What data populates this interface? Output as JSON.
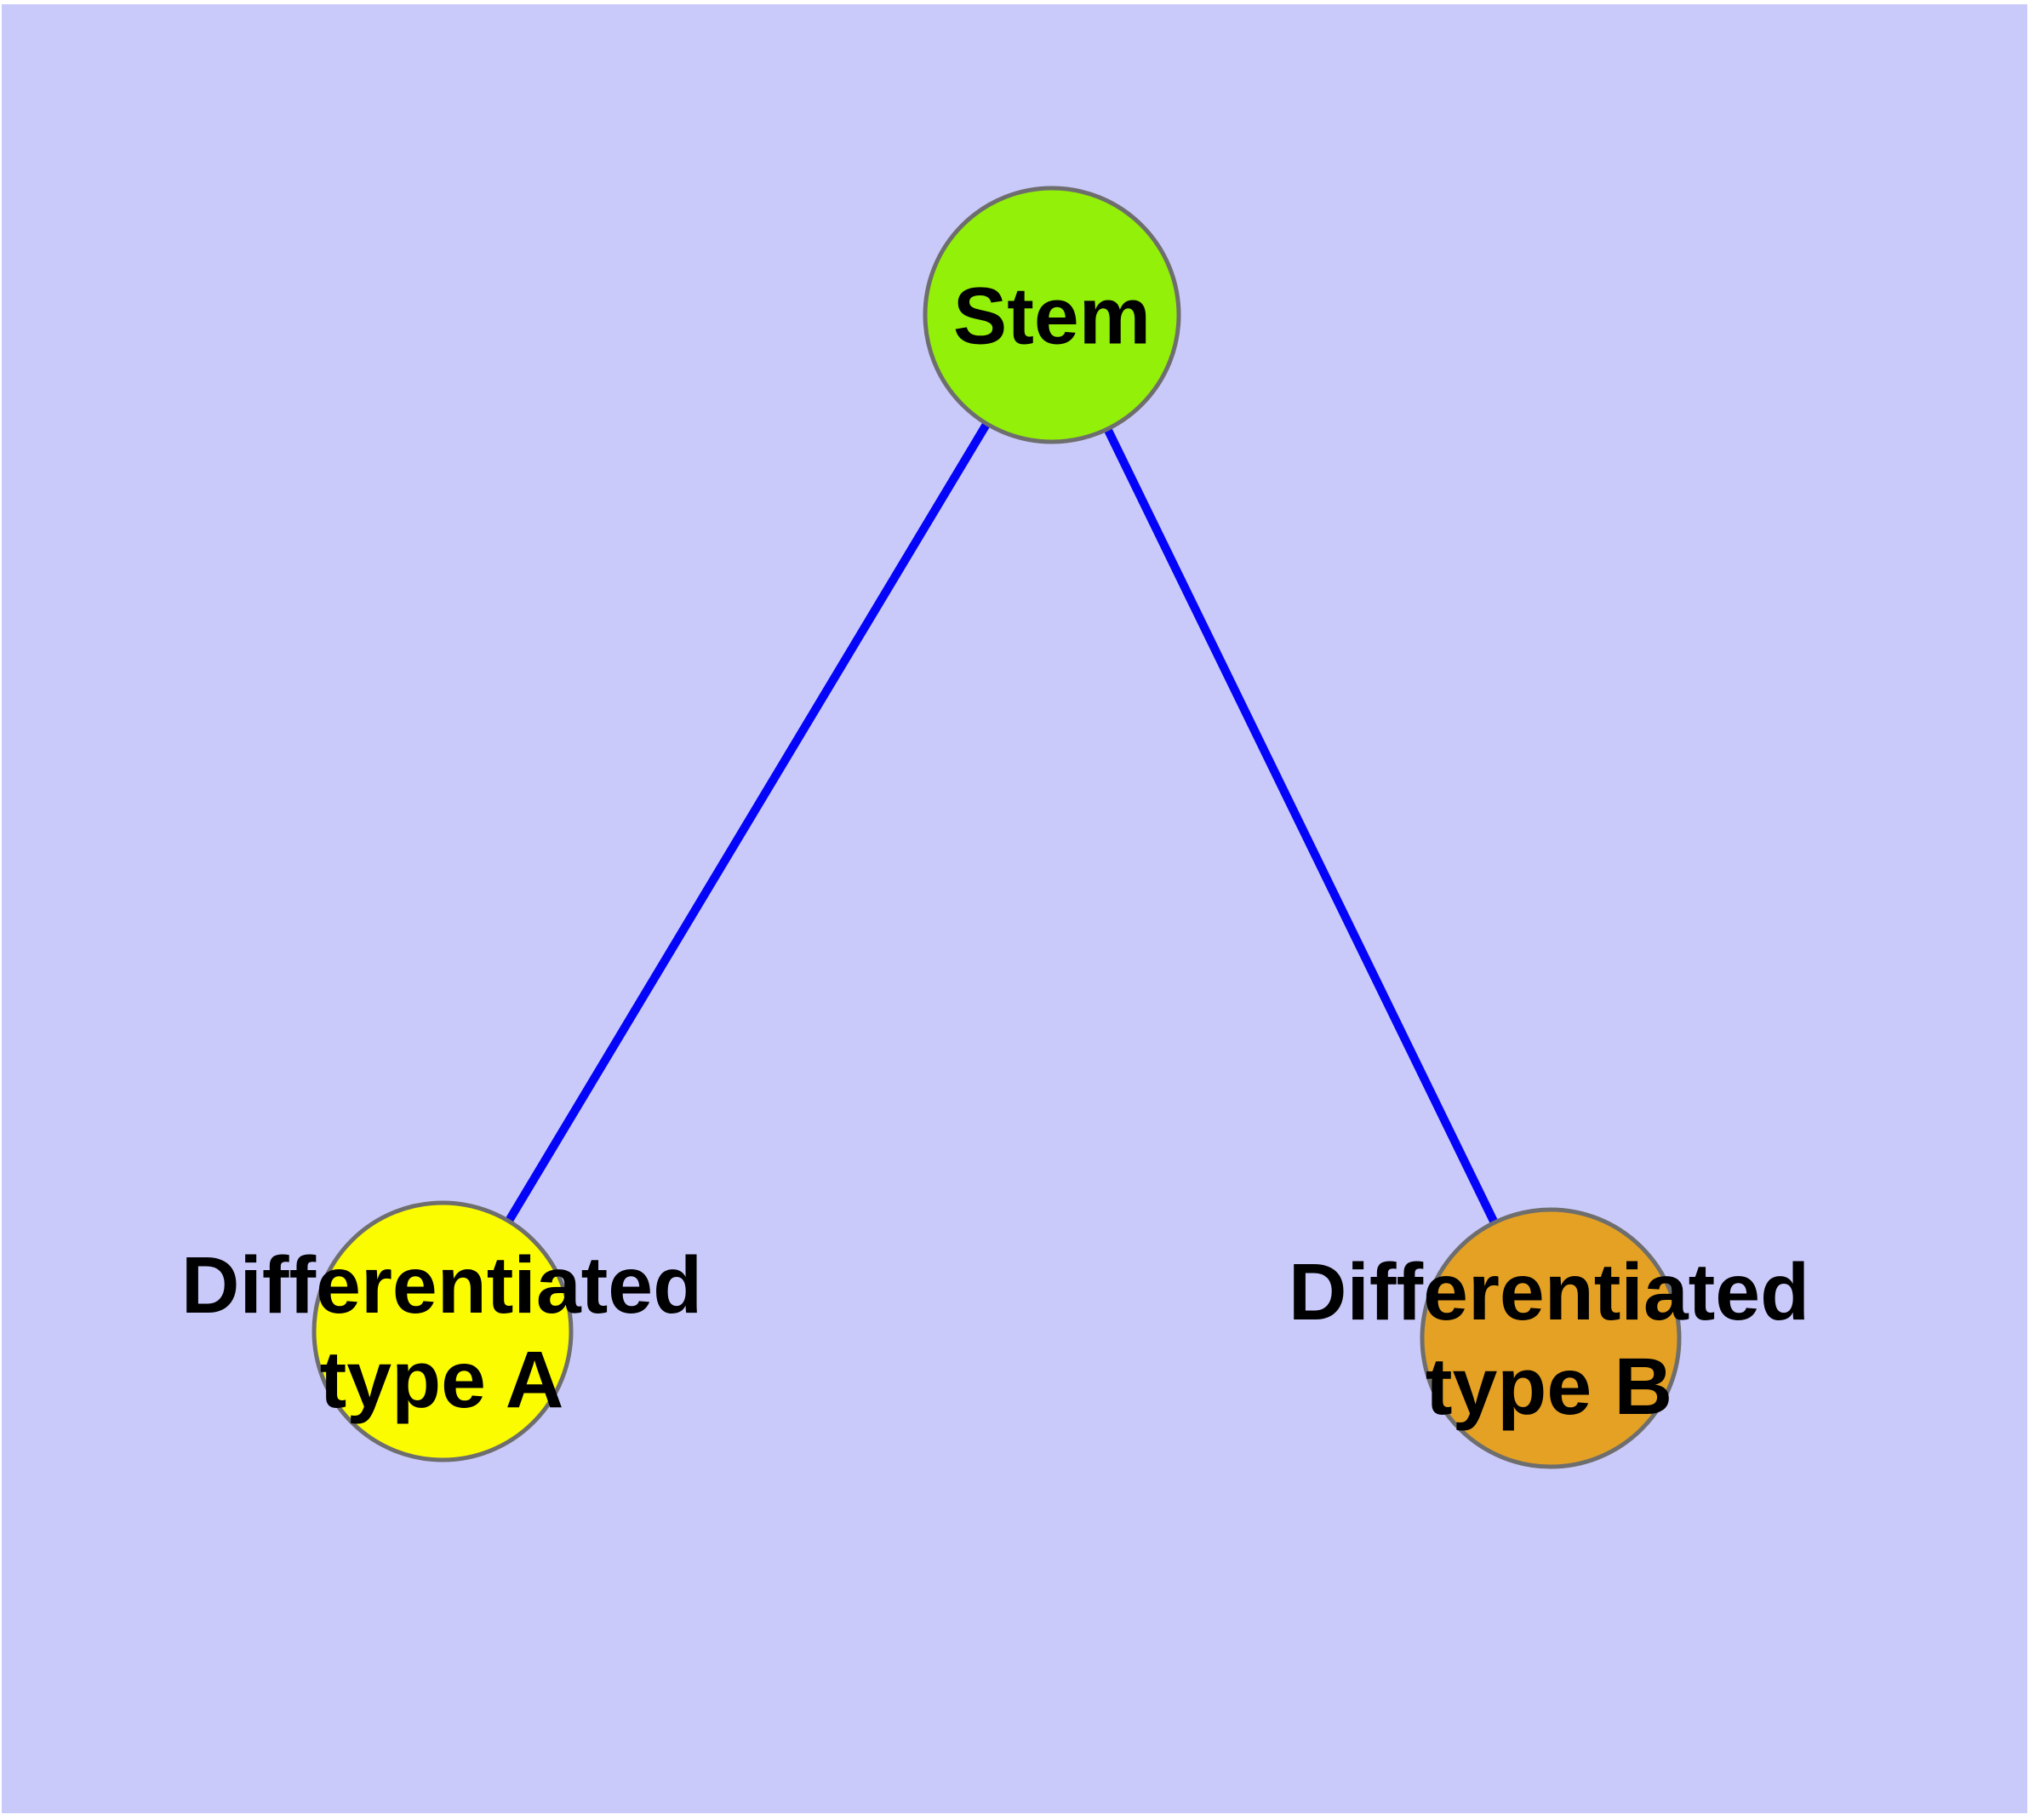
{
  "diagram": {
    "background_color": "#CACAFA",
    "frame_color": "#FFFFFF",
    "node_border_color": "#6E6E6E",
    "edge_color": "#0404F8",
    "nodes": [
      {
        "id": "stem",
        "label": "Stem",
        "fill": "#93F008"
      },
      {
        "id": "type-a",
        "label": "Differentiated\ntype A",
        "fill": "#FCFC00"
      },
      {
        "id": "type-b",
        "label": "Differentiated\ntype B",
        "fill": "#E5A123"
      }
    ],
    "edges": [
      {
        "from": "stem",
        "to": "type-a"
      },
      {
        "from": "stem",
        "to": "type-b"
      }
    ]
  }
}
